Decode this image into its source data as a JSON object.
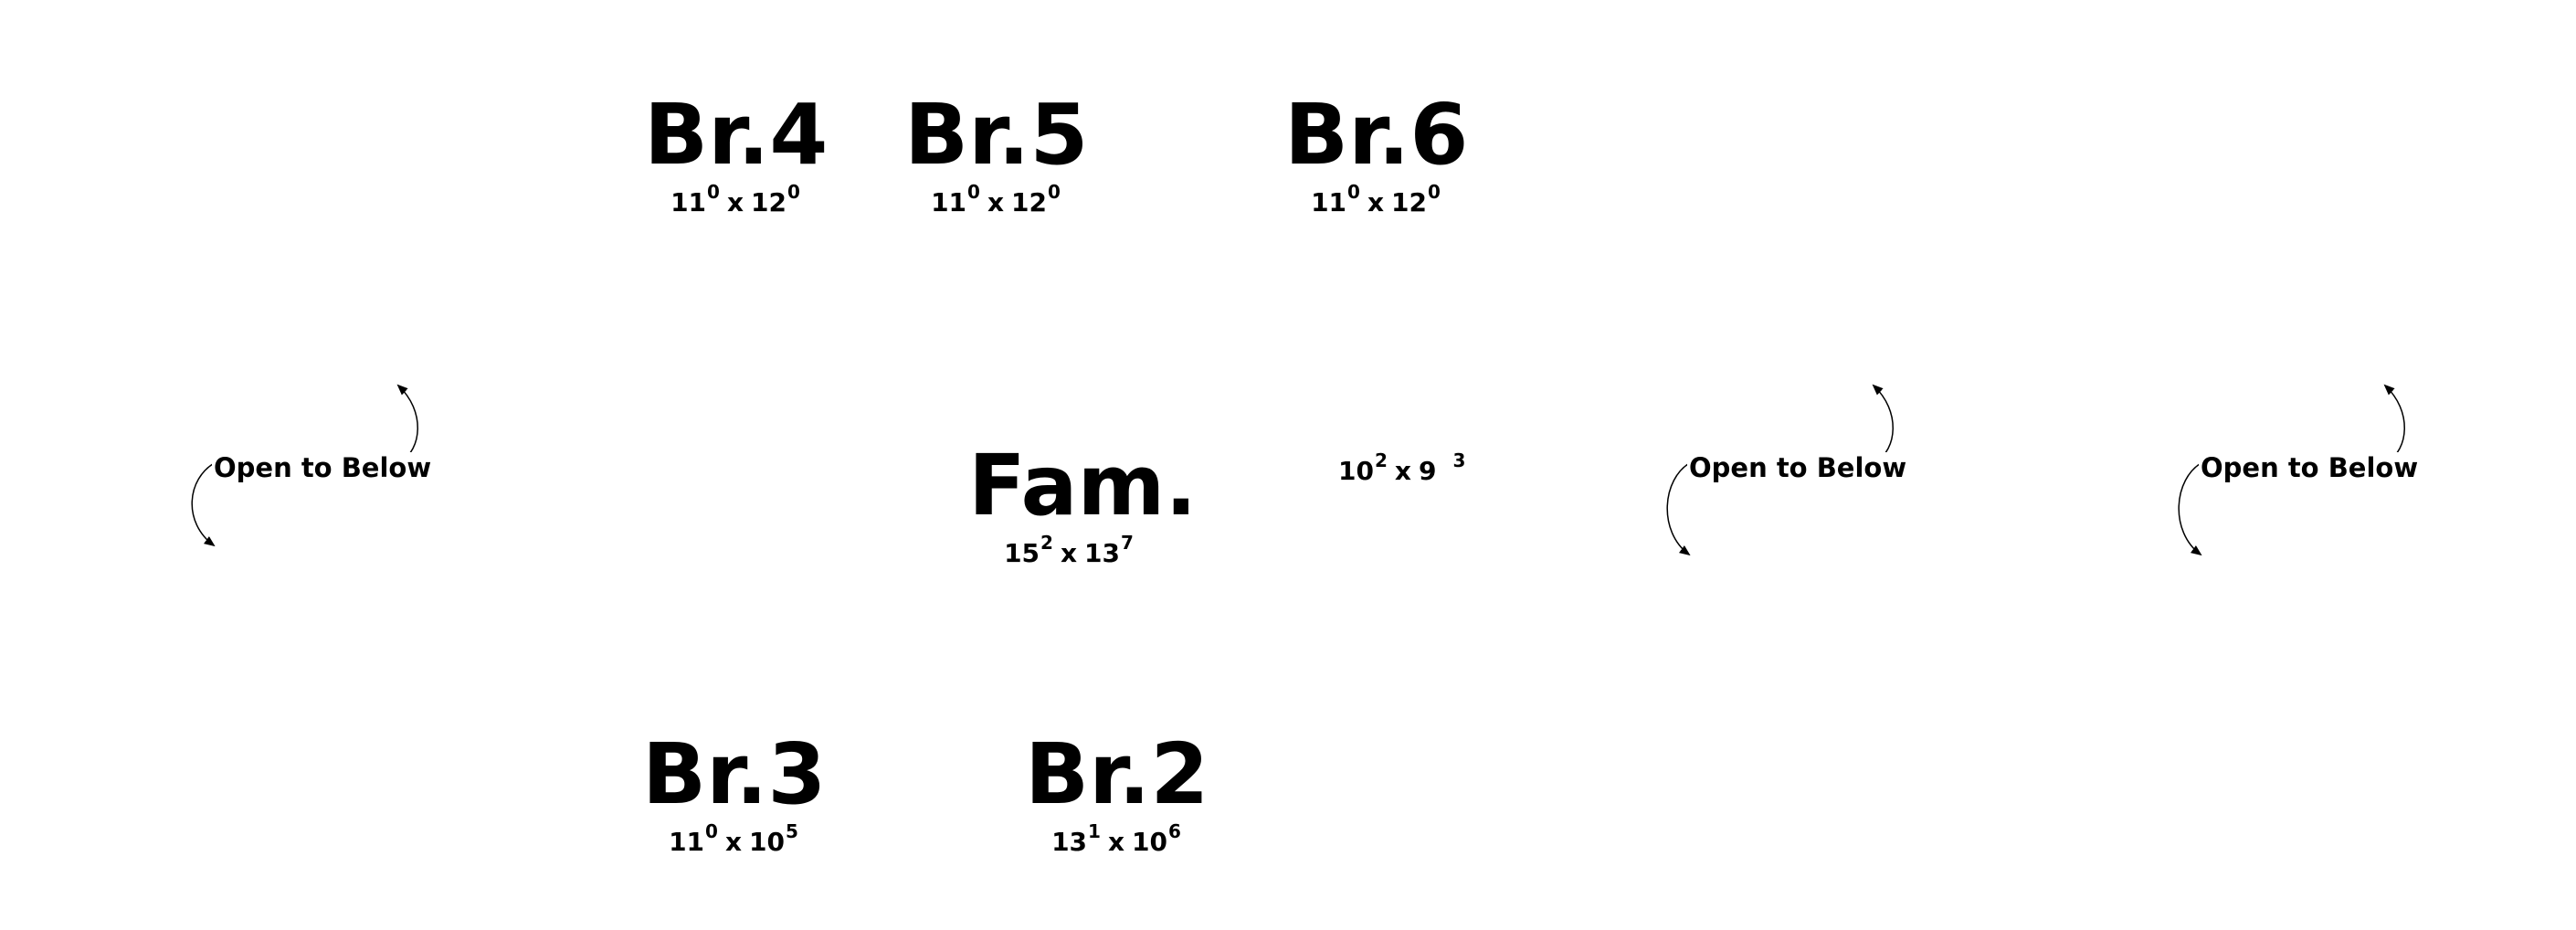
{
  "rooms": {
    "br4": {
      "name": "Br.4",
      "w_ft": "11",
      "w_in": "0",
      "l_ft": "12",
      "l_in": "0",
      "x": "x"
    },
    "br5": {
      "name": "Br.5",
      "w_ft": "11",
      "w_in": "0",
      "l_ft": "12",
      "l_in": "0",
      "x": "x"
    },
    "br6": {
      "name": "Br.6",
      "w_ft": "11",
      "w_in": "0",
      "l_ft": "12",
      "l_in": "0",
      "x": "x"
    },
    "fam": {
      "name": "Fam.",
      "w_ft": "15",
      "w_in": "2",
      "l_ft": "13",
      "l_in": "7",
      "x": "x"
    },
    "br3": {
      "name": "Br.3",
      "w_ft": "11",
      "w_in": "0",
      "l_ft": "10",
      "l_in": "5",
      "x": "x"
    },
    "br2": {
      "name": "Br.2",
      "w_ft": "13",
      "w_in": "1",
      "l_ft": "10",
      "l_in": "6",
      "x": "x"
    }
  },
  "unlabeled_dim": {
    "w_ft": "10",
    "w_in": "2",
    "l_ft": "9",
    "l_in": "3",
    "x": "x"
  },
  "open_to_below": [
    {
      "label": "Open to Below"
    },
    {
      "label": "Open to Below"
    },
    {
      "label": "Open to Below"
    }
  ]
}
